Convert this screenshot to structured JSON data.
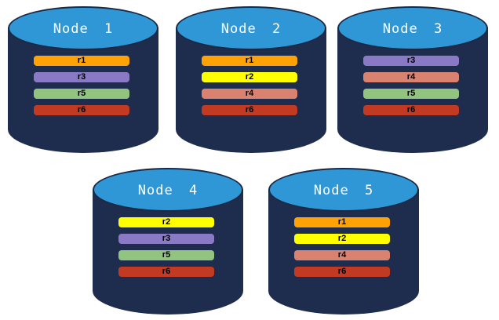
{
  "diagram": {
    "kind": "database-replication-diagram",
    "colors": {
      "background": "#ffffff",
      "cylinder_body": "#1E2C4E",
      "cylinder_cap_fill": "#3097D6",
      "cylinder_cap_stroke": "#1A2A45",
      "node_title_text": "#ffffff",
      "replica_text": "#000000"
    },
    "replica_colors": {
      "r1": "#FFA205",
      "r2": "#FFFF00",
      "r3": "#8A79C5",
      "r4": "#D8826F",
      "r5": "#91C57F",
      "r6": "#C33A23"
    },
    "nodes": [
      {
        "label": "Node 1",
        "replicas": [
          "r1",
          "r3",
          "r5",
          "r6"
        ]
      },
      {
        "label": "Node 2",
        "replicas": [
          "r1",
          "r2",
          "r4",
          "r6"
        ]
      },
      {
        "label": "Node 3",
        "replicas": [
          "r3",
          "r4",
          "r5",
          "r6"
        ]
      },
      {
        "label": "Node 4",
        "replicas": [
          "r2",
          "r3",
          "r5",
          "r6"
        ]
      },
      {
        "label": "Node 5",
        "replicas": [
          "r1",
          "r2",
          "r4",
          "r6"
        ]
      }
    ]
  }
}
